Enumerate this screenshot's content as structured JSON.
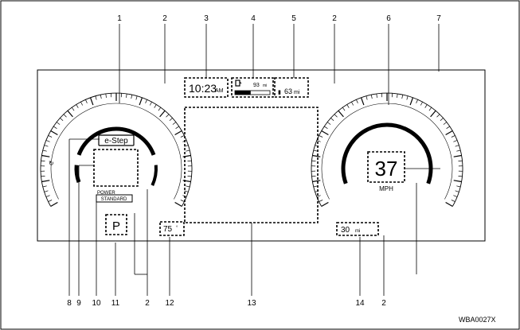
{
  "callouts_top": [
    "1",
    "2",
    "3",
    "4",
    "5",
    "2",
    "6",
    "7"
  ],
  "callouts_bottom": [
    "8",
    "9",
    "10",
    "11",
    "2",
    "12",
    "13",
    "14",
    "2"
  ],
  "clock": {
    "time": "10:23",
    "ampm": "AM"
  },
  "fuel": {
    "range": "93",
    "range_unit": "mi",
    "fill_fraction": 0.45
  },
  "odo": {
    "value": "63",
    "unit": "mi"
  },
  "left_gauge": {
    "estep_label": "e-Step",
    "power_label": "POWER",
    "mode_label": "STANDARD"
  },
  "gear": "P",
  "temperature": "75",
  "speed": {
    "value": "37",
    "unit": "MPH"
  },
  "trip_distance": {
    "value": "30",
    "unit": "mi"
  },
  "figure_code": "WBA0027X"
}
